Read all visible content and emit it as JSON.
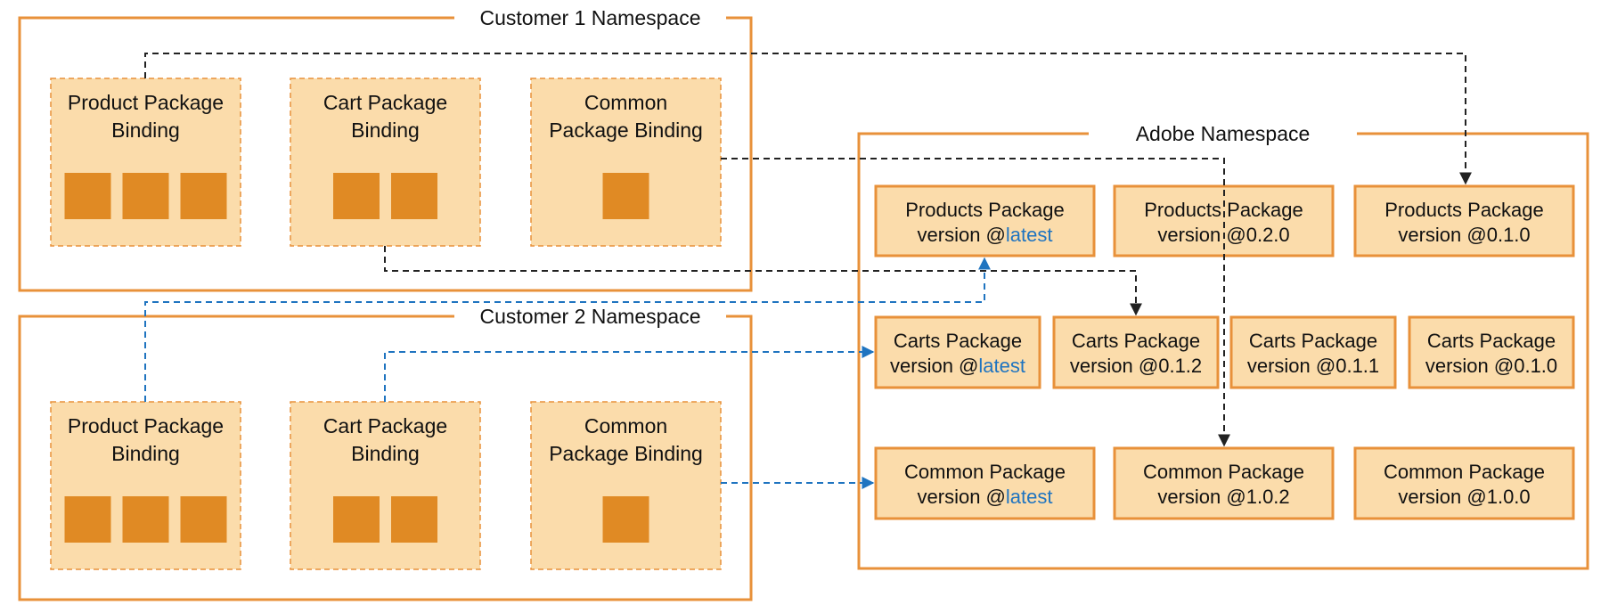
{
  "colors": {
    "frame": "#e8913a",
    "binding_fill": "#fbdcab",
    "binding_border": "#e8913a",
    "module_fill": "#e08a24",
    "package_fill": "#fbdcab",
    "package_border": "#e8913a",
    "black_link": "#222222",
    "blue_link": "#1f74c0",
    "latest_text": "#1f74c0"
  },
  "namespaces": {
    "customer1": {
      "title": "Customer 1 Namespace",
      "bindings": [
        {
          "line1": "Product Package",
          "line2": "Binding",
          "modules": 3
        },
        {
          "line1": "Cart Package",
          "line2": "Binding",
          "modules": 2
        },
        {
          "line1": "Common",
          "line2": "Package Binding",
          "modules": 1
        }
      ]
    },
    "customer2": {
      "title": "Customer 2 Namespace",
      "bindings": [
        {
          "line1": "Product Package",
          "line2": "Binding",
          "modules": 3
        },
        {
          "line1": "Cart Package",
          "line2": "Binding",
          "modules": 2
        },
        {
          "line1": "Common",
          "line2": "Package Binding",
          "modules": 1
        }
      ]
    },
    "adobe": {
      "title": "Adobe Namespace",
      "packages": {
        "products": [
          {
            "name": "Products Package",
            "prefix": "version @",
            "version": "latest",
            "latest": true
          },
          {
            "name": "Products Package",
            "prefix": "version @",
            "version": "0.2.0",
            "latest": false
          },
          {
            "name": "Products Package",
            "prefix": "version @",
            "version": "0.1.0",
            "latest": false
          }
        ],
        "carts": [
          {
            "name": "Carts Package",
            "prefix": "version @",
            "version": "latest",
            "latest": true
          },
          {
            "name": "Carts Package",
            "prefix": "version @",
            "version": "0.1.2",
            "latest": false
          },
          {
            "name": "Carts Package",
            "prefix": "version @",
            "version": "0.1.1",
            "latest": false
          },
          {
            "name": "Carts Package",
            "prefix": "version @",
            "version": "0.1.0",
            "latest": false
          }
        ],
        "common": [
          {
            "name": "Common Package",
            "prefix": "version @",
            "version": "latest",
            "latest": true
          },
          {
            "name": "Common Package",
            "prefix": "version @",
            "version": "1.0.2",
            "latest": false
          },
          {
            "name": "Common Package",
            "prefix": "version @",
            "version": "1.0.0",
            "latest": false
          }
        ]
      }
    }
  },
  "links": [
    {
      "from": "Customer 1 Product Package Binding",
      "to": "Products Package version @0.1.0",
      "style": "black"
    },
    {
      "from": "Customer 1 Common Package Binding",
      "to": "Common Package version @1.0.2",
      "style": "black"
    },
    {
      "from": "Customer 1 Cart Package Binding",
      "to": "Carts Package version @0.1.2",
      "style": "black"
    },
    {
      "from": "Customer 2 Product Package Binding",
      "to": "Products Package version @latest",
      "style": "blue"
    },
    {
      "from": "Customer 2 Cart Package Binding",
      "to": "Carts Package version @latest",
      "style": "blue"
    },
    {
      "from": "Customer 2 Common Package Binding",
      "to": "Common Package version @latest",
      "style": "blue"
    }
  ]
}
